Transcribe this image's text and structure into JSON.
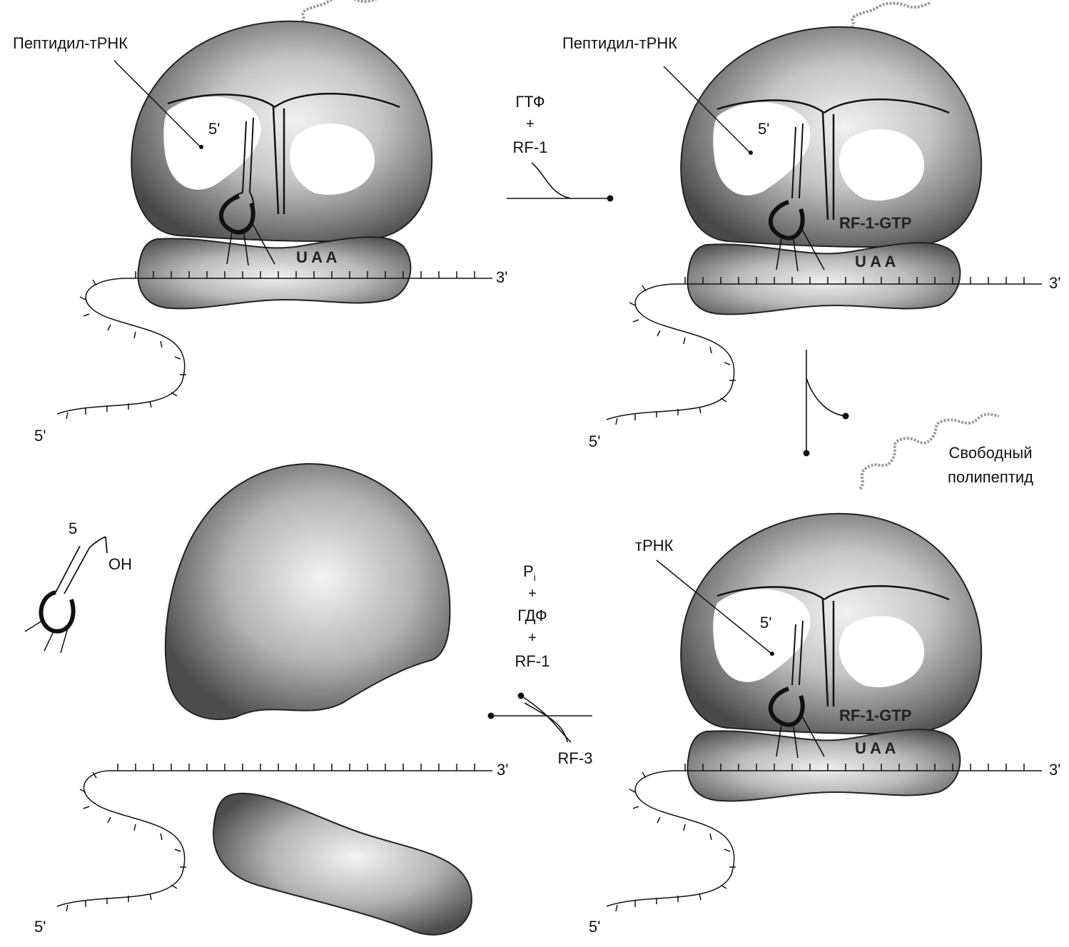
{
  "panels": {
    "top_left": {
      "label": "Пептидил-тРНК",
      "five_prime_trna": "5'",
      "codon": "U A A",
      "three_prime": "3'",
      "five_prime_mrna": "5'"
    },
    "top_right": {
      "label": "Пептидил-тРНК",
      "five_prime_trna": "5'",
      "factor": "RF-1-GTP",
      "codon": "U A A",
      "three_prime": "3'",
      "five_prime_mrna": "5'"
    },
    "bottom_right": {
      "label": "тРНК",
      "five_prime_trna": "5'",
      "factor": "RF-1-GTP",
      "codon": "U A A",
      "three_prime": "3'",
      "five_prime_mrna": "5'"
    },
    "bottom_left": {
      "trna_five": "5",
      "trna_oh": "OH",
      "three_prime": "3'",
      "five_prime_mrna": "5'"
    }
  },
  "steps": {
    "step1": {
      "line1": "ГТФ",
      "plus": "+",
      "line2": "RF-1"
    },
    "step2": {
      "product_line1": "Свободный",
      "product_line2": "полипептид"
    },
    "step3": {
      "line1": "P",
      "line1_sub": "i",
      "plus1": "+",
      "line2": "ГДФ",
      "plus2": "+",
      "line3": "RF-1",
      "input": "RF-3"
    }
  },
  "colors": {
    "ribosome_dark": "#4a4a4a",
    "ribosome_mid": "#8a8a8a",
    "ribosome_light": "#f4f4f4",
    "line": "#111111"
  }
}
